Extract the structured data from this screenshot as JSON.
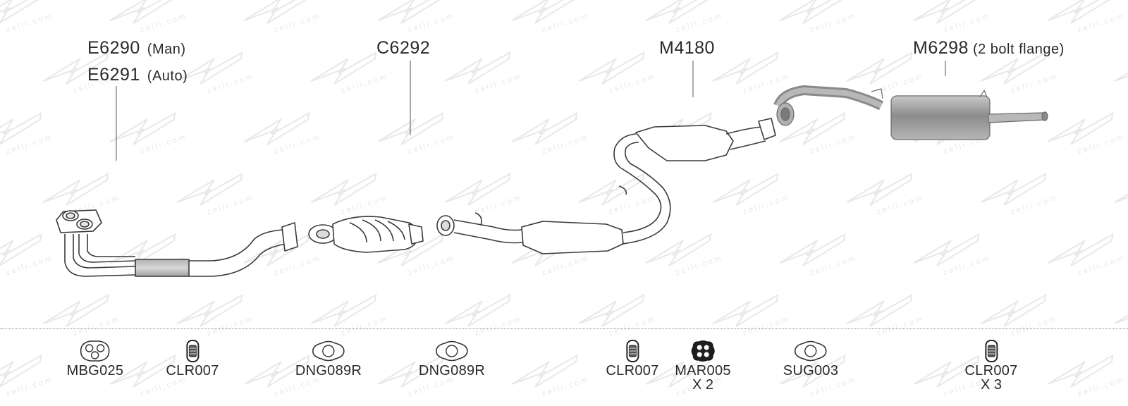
{
  "assemblies": [
    {
      "code": "E6290",
      "note": "(Man)"
    },
    {
      "code": "E6291",
      "note": "(Auto)"
    },
    {
      "code": "C6292",
      "note": ""
    },
    {
      "code": "M4180",
      "note": ""
    },
    {
      "code": "M6298",
      "note": "(2 bolt flange)"
    }
  ],
  "fittings": [
    {
      "code": "MBG025",
      "qty": "",
      "icon": "triple-hole-gasket-icon"
    },
    {
      "code": "CLR007",
      "qty": "",
      "icon": "clamp-icon"
    },
    {
      "code": "DNG089R",
      "qty": "",
      "icon": "flange-gasket-icon"
    },
    {
      "code": "DNG089R",
      "qty": "",
      "icon": "flange-gasket-icon"
    },
    {
      "code": "CLR007",
      "qty": "",
      "icon": "clamp-icon"
    },
    {
      "code": "MAR005",
      "qty": "X 2",
      "icon": "rubber-mount-icon"
    },
    {
      "code": "SUG003",
      "qty": "",
      "icon": "flange-gasket-icon"
    },
    {
      "code": "CLR007",
      "qty": "X 3",
      "icon": "clamp-icon"
    }
  ],
  "watermark_text": "zelli.com",
  "colors": {
    "line": "#3a3a3a",
    "steel": "#9a9a9a",
    "watermark": "#e8e8e8"
  }
}
